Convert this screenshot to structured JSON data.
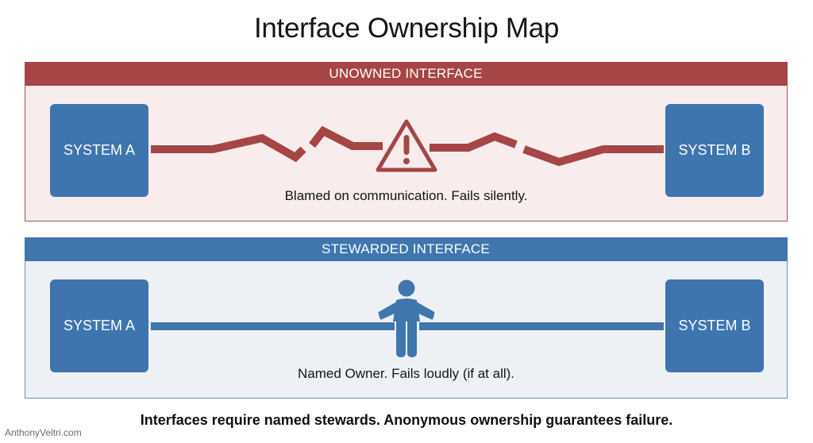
{
  "title": "Interface Ownership Map",
  "panels": {
    "unowned": {
      "header": "UNOWNED INTERFACE",
      "system_a": "SYSTEM A",
      "system_b": "SYSTEM B",
      "caption": "Blamed on communication. Fails silently.",
      "icon": "warning-triangle-icon",
      "connector": "broken-jagged-line",
      "color": "#a54545",
      "background": "#f8eced"
    },
    "stewarded": {
      "header": "STEWARDED INTERFACE",
      "system_a": "SYSTEM A",
      "system_b": "SYSTEM B",
      "caption": "Named Owner. Fails loudly (if at all).",
      "icon": "person-steward-icon",
      "connector": "straight-line",
      "color": "#3f76ae",
      "background": "#edf1f6"
    }
  },
  "system_box_color": "#3e75ae",
  "footer": "Interfaces require named stewards. Anonymous ownership guarantees failure.",
  "credit": "AnthonyVeltri.com"
}
